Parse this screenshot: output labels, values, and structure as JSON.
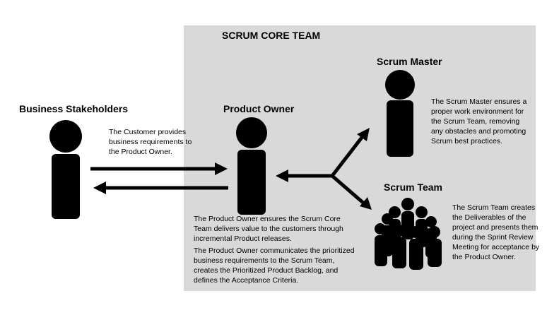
{
  "core_team": {
    "title": "SCRUM CORE TEAM"
  },
  "stakeholders": {
    "title": "Business Stakeholders",
    "description": "The Customer provides business requirements to the Product Owner."
  },
  "product_owner": {
    "title": "Product Owner",
    "description_1": "The Product Owner ensures the Scrum Core Team delivers value to the customers through incremental Product releases.",
    "description_2": "The Product Owner communicates the prioritized business requirements to the Scrum Team, creates the Prioritized Product Backlog, and defines the Acceptance Criteria."
  },
  "scrum_master": {
    "title": "Scrum Master",
    "description": "The Scrum Master ensures a proper work environment for the Scrum Team, removing any obstacles and promoting Scrum best practices."
  },
  "scrum_team": {
    "title": "Scrum Team",
    "description": "The Scrum Team creates the Deliverables of the project and presents them during the Sprint Review Meeting for acceptance by the Product Owner."
  },
  "colors": {
    "core_background": "#d9d9d9",
    "figure": "#000000"
  }
}
